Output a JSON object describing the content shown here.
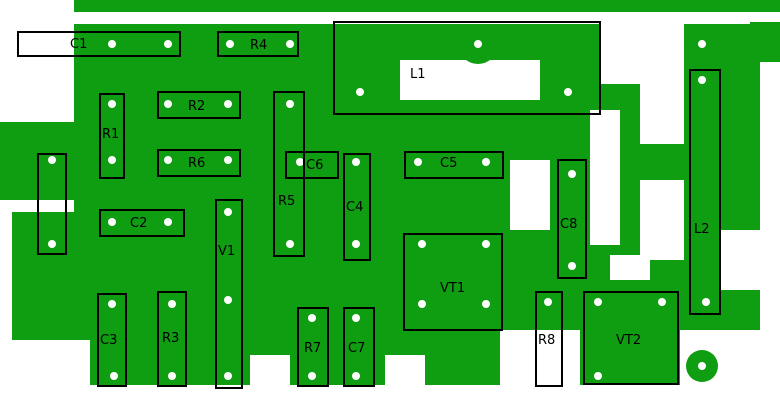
{
  "colors": {
    "copper": "#0f9d11",
    "background": "#ffffff",
    "outline": "#000000",
    "hole": "#ffffff"
  },
  "components": {
    "C1": "C1",
    "R4": "R4",
    "L1": "L1",
    "R1": "R1",
    "R2": "R2",
    "R6": "R6",
    "C6": "C6",
    "C5": "C5",
    "C2": "C2",
    "R5": "R5",
    "C4": "C4",
    "C8": "C8",
    "L2": "L2",
    "V1": "V1",
    "VT1": "VT1",
    "C3": "C3",
    "R3": "R3",
    "R7": "R7",
    "C7": "C7",
    "R8": "R8",
    "VT2": "VT2"
  }
}
